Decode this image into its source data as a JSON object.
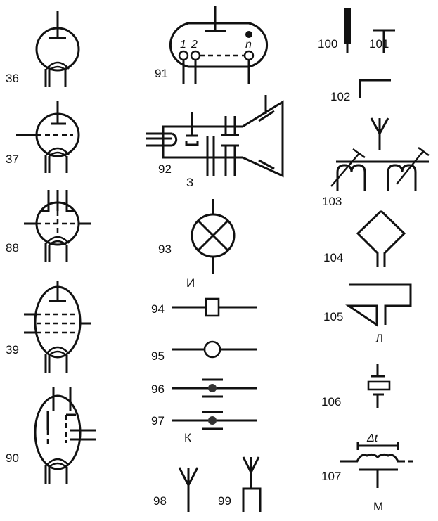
{
  "labels": {
    "s86": "36",
    "s87": "37",
    "s88": "88",
    "s89": "39",
    "s90": "90",
    "s91": "91",
    "s92": "92",
    "s93": "93",
    "s94": "94",
    "s95": "95",
    "s96": "96",
    "s97": "97",
    "s98": "98",
    "s99": "99",
    "s100": "100",
    "s101": "101",
    "s102": "102",
    "s103": "103",
    "s104": "104",
    "s105": "105",
    "s106": "106",
    "s107": "107"
  },
  "group_letters": {
    "z": "З",
    "i": "И",
    "k": "К",
    "l": "Л",
    "m": "М"
  },
  "pin_labels": {
    "p1": "1",
    "p2": "2",
    "pn": "n"
  },
  "delta_t": "Δt"
}
